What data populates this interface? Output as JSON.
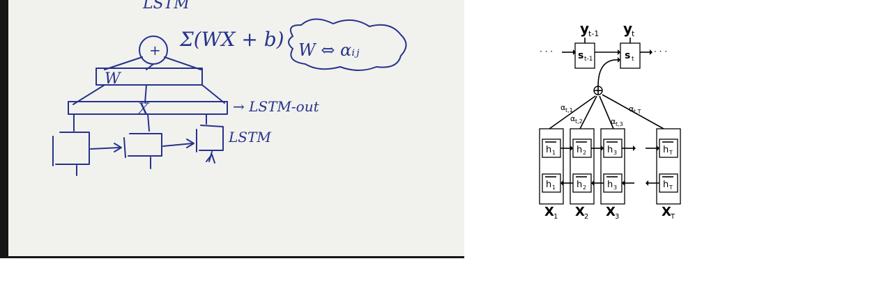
{
  "sketch": {
    "title_partial": "LSTM",
    "sum_formula": "Σ(WX + b)",
    "cloud_text": "W ⇔ αᵢⱼ",
    "plus_sign": "+",
    "weight_label": "W",
    "gate_x": "X",
    "lstm_out_label": "→ LSTM-out",
    "lstm_label": "LSTM"
  },
  "figure": {
    "outputs": [
      "y",
      "y"
    ],
    "output_subs": [
      "t-1",
      "t"
    ],
    "states": [
      "s",
      "s"
    ],
    "state_subs": [
      "t-1",
      "t"
    ],
    "ellipsis": "· · ·",
    "alphas": [
      "α",
      "α",
      "α",
      "α"
    ],
    "alpha_subs": [
      "t,1",
      "t,2",
      "t,3",
      "t,T"
    ],
    "hidden": "h",
    "hidden_subs": [
      "1",
      "2",
      "3",
      "T"
    ],
    "inputs": [
      "X",
      "X",
      "X",
      "X"
    ],
    "input_subs": [
      "1",
      "2",
      "3",
      "T"
    ]
  }
}
